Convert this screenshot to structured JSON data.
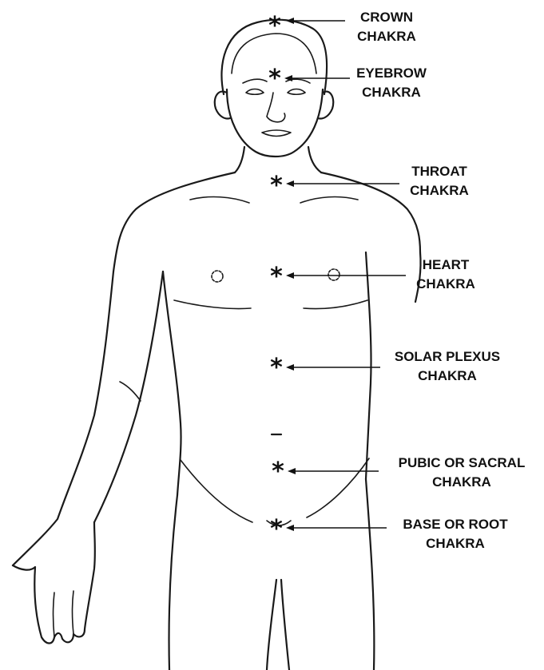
{
  "labels": {
    "crown": {
      "line1": "CROWN",
      "line2": "CHAKRA"
    },
    "eyebrow": {
      "line1": "EYEBROW",
      "line2": "CHAKRA"
    },
    "throat": {
      "line1": "THROAT",
      "line2": "CHAKRA"
    },
    "heart": {
      "line1": "HEART",
      "line2": "CHAKRA"
    },
    "solar": {
      "line1": "SOLAR PLEXUS",
      "line2": "CHAKRA"
    },
    "sacral": {
      "line1": "PUBIC OR SACRAL",
      "line2": "CHAKRA"
    },
    "root": {
      "line1": "BASE OR ROOT",
      "line2": "CHAKRA"
    }
  },
  "marker_glyph": "*"
}
